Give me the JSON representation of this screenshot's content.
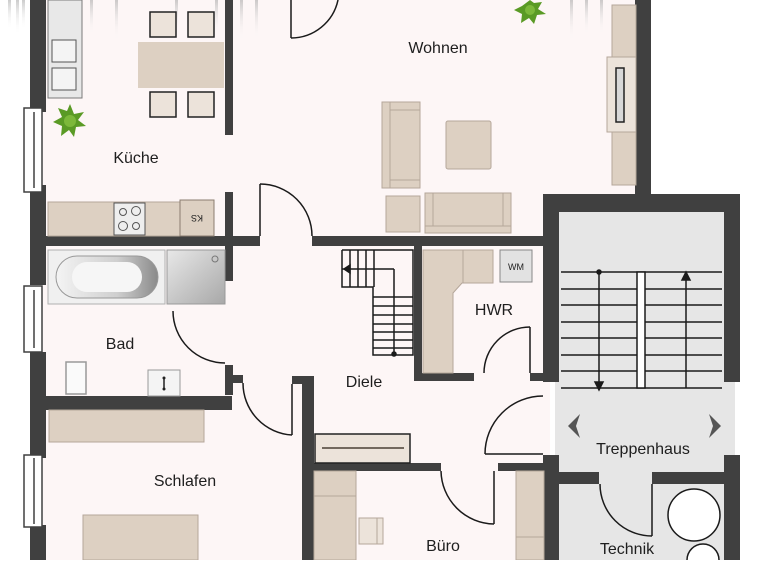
{
  "floor_plan": {
    "colors": {
      "floor": "#fdf6f6",
      "wall": "#404040",
      "furniture": "#ddd0c2",
      "furniture_stroke": "#b5a79a",
      "stairwell_floor": "#e6e6e6",
      "line": "#1a1a1a",
      "plant": "#5a9a25"
    },
    "rooms": [
      {
        "id": "kueche",
        "label": "Küche"
      },
      {
        "id": "wohnen",
        "label": "Wohnen"
      },
      {
        "id": "bad",
        "label": "Bad"
      },
      {
        "id": "diele",
        "label": "Diele"
      },
      {
        "id": "hwr",
        "label": "HWR"
      },
      {
        "id": "schlafen",
        "label": "Schlafen"
      },
      {
        "id": "buero",
        "label": "Büro"
      },
      {
        "id": "treppenhaus",
        "label": "Treppenhaus"
      },
      {
        "id": "technik",
        "label": "Technik"
      }
    ],
    "fixtures": {
      "washing_machine": "WM",
      "fridge": "KS"
    }
  }
}
